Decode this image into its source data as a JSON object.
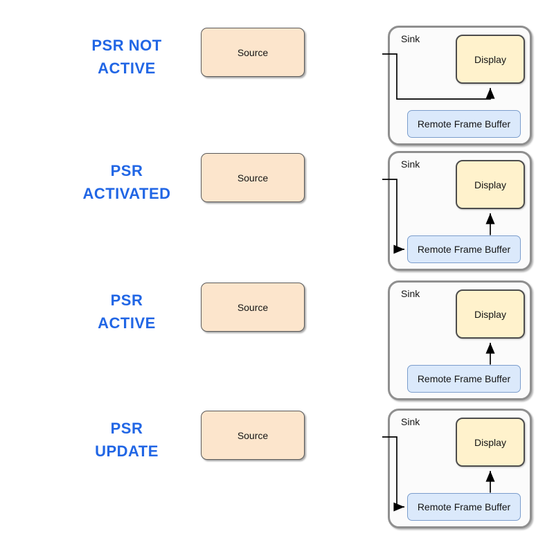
{
  "colors": {
    "label_blue": "#2166e5",
    "source_fill": "#fce5cc",
    "display_fill": "#fff2cc",
    "rfb_fill": "#dbe9fb",
    "sink_fill": "#fbfbfb",
    "sink_border": "#8f8f8f",
    "line_black": "#000000"
  },
  "rows": [
    {
      "state": "PSR NOT ACTIVE",
      "label_lines": [
        "PSR NOT",
        "ACTIVE"
      ],
      "source_label": "Source",
      "sink_label": "Sink",
      "display_label": "Display",
      "rfb_label": "Remote Frame Buffer",
      "flows": {
        "source_to_display": true,
        "source_to_rfb": false,
        "rfb_to_display": false
      }
    },
    {
      "state": "PSR ACTIVATED",
      "label_lines": [
        "PSR",
        "ACTIVATED"
      ],
      "source_label": "Source",
      "sink_label": "Sink",
      "display_label": "Display",
      "rfb_label": "Remote Frame Buffer",
      "flows": {
        "source_to_display": false,
        "source_to_rfb": true,
        "rfb_to_display": true
      }
    },
    {
      "state": "PSR ACTIVE",
      "label_lines": [
        "PSR",
        "ACTIVE"
      ],
      "source_label": "Source",
      "sink_label": "Sink",
      "display_label": "Display",
      "rfb_label": "Remote Frame Buffer",
      "flows": {
        "source_to_display": false,
        "source_to_rfb": false,
        "rfb_to_display": true
      }
    },
    {
      "state": "PSR UPDATE",
      "label_lines": [
        "PSR",
        "UPDATE"
      ],
      "source_label": "Source",
      "sink_label": "Sink",
      "display_label": "Display",
      "rfb_label": "Remote Frame Buffer",
      "flows": {
        "source_to_display": false,
        "source_to_rfb": true,
        "rfb_to_display": true
      }
    }
  ]
}
